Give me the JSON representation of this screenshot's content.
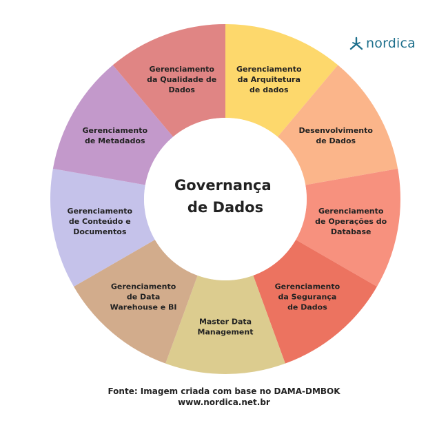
{
  "brand": {
    "name": "nordica",
    "color": "#1d6f8c",
    "icon": "nordica-logo-icon"
  },
  "center": {
    "lines": [
      "Governança",
      "de Dados"
    ]
  },
  "segments": [
    {
      "lines": [
        "Gerenciamento",
        "da Arquitetura",
        "de dados"
      ],
      "color": "#fdd86c"
    },
    {
      "lines": [
        "Desenvolvimento",
        "de Dados"
      ],
      "color": "#fbb58a"
    },
    {
      "lines": [
        "Gerenciamento",
        "de Operações do",
        "Database"
      ],
      "color": "#f7917e"
    },
    {
      "lines": [
        "Gerenciamento",
        "da Segurança",
        "de Dados"
      ],
      "color": "#ec7360"
    },
    {
      "lines": [
        "Master Data",
        "Management"
      ],
      "color": "#dccc8f"
    },
    {
      "lines": [
        "Gerenciamento",
        "de Data",
        "Warehouse e BI"
      ],
      "color": "#d2ac8c"
    },
    {
      "lines": [
        "Gerenciamento",
        "de Conteúdo e",
        "Documentos"
      ],
      "color": "#c5c2ea"
    },
    {
      "lines": [
        "Gerenciamento",
        "de Metadados"
      ],
      "color": "#c399cb"
    },
    {
      "lines": [
        "Gerenciamento",
        "da Qualidade de",
        "Dados"
      ],
      "color": "#e08584"
    }
  ],
  "footer": {
    "source": "Fonte: Imagem criada com base no DAMA-DMBOK",
    "url": "www.nordica.net.br"
  }
}
